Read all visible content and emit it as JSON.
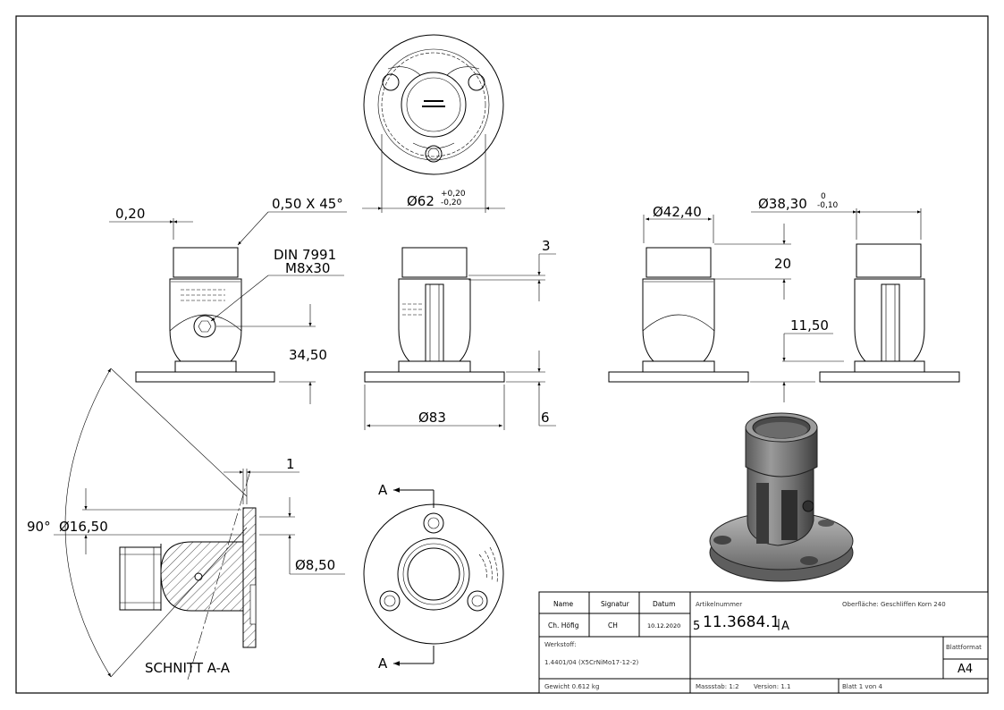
{
  "dimensions": {
    "d62": "Ø62",
    "d62_tol_upper": "+0,20",
    "d62_tol_lower": "-0,20",
    "chamfer": "0,50 X 45°",
    "gap": "0,20",
    "din": "DIN 7991",
    "screw": "M8x30",
    "h34": "34,50",
    "h3": "3",
    "h20": "20",
    "d83": "Ø83",
    "h6": "6",
    "d4240": "Ø42,40",
    "d3830": "Ø38,30",
    "d3830_tol_upper": "0",
    "d3830_tol_lower": "-0,10",
    "h1150": "11,50",
    "one": "1",
    "angle": "90°",
    "d1650": "Ø16,50",
    "d850": "Ø8,50"
  },
  "section_labels": {
    "a_top": "A",
    "a_bottom": "A",
    "caption": "SCHNITT A-A"
  },
  "title_block": {
    "col_name": "Name",
    "col_signatur": "Signatur",
    "col_datum": "Datum",
    "name": "Ch. Höfig",
    "signatur": "CH",
    "datum": "10.12.2020",
    "artikel_label": "Artikelnummer",
    "artikel_prefix": "5",
    "artikel_number": "11.3684.1",
    "artikel_suffix": "A",
    "oberflaeche": "Oberfläche:  Geschliffen Korn 240",
    "werkstoff_label": "Werkstoff:",
    "werkstoff": "1.4401/04 (X5CrNiMo17-12-2)",
    "blattformat_label": "Blattformat",
    "blattformat": "A4",
    "gewicht": "Gewicht 0.612 kg",
    "massstab": "Massstab: 1:2",
    "version": "Version: 1.1",
    "blatt": "Blatt 1 von 4"
  }
}
